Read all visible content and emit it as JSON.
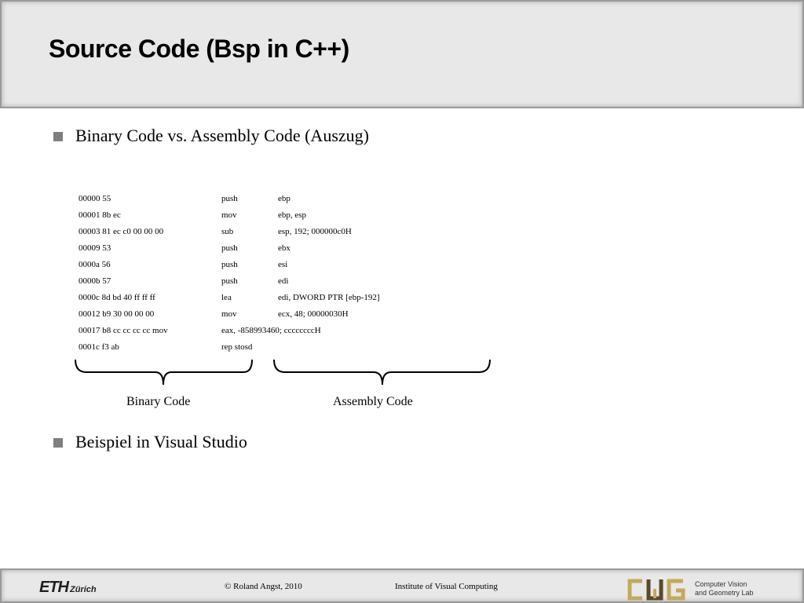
{
  "slide": {
    "title": "Source Code (Bsp in C++)"
  },
  "bullets": [
    "Binary Code vs. Assembly Code (Auszug)",
    "Beispiel in Visual Studio"
  ],
  "code_rows": [
    {
      "binary": "00000 55",
      "mnemonic": "push",
      "operands": "ebp"
    },
    {
      "binary": "00001 8b ec",
      "mnemonic": "mov",
      "operands": "ebp, esp"
    },
    {
      "binary": "00003 81 ec c0 00 00 00",
      "mnemonic": "sub",
      "operands": "esp, 192; 000000c0H"
    },
    {
      "binary": "00009 53",
      "mnemonic": "push",
      "operands": "ebx"
    },
    {
      "binary": "0000a 56",
      "mnemonic": "push",
      "operands": "esi"
    },
    {
      "binary": "0000b 57",
      "mnemonic": "push",
      "operands": "edi"
    },
    {
      "binary": "0000c 8d bd 40 ff ff ff",
      "mnemonic": "lea",
      "operands": "edi, DWORD PTR [ebp-192]"
    },
    {
      "binary": "00012 b9 30 00 00 00",
      "mnemonic": "mov",
      "operands": "ecx, 48; 00000030H"
    },
    {
      "binary": "00017 b8 cc cc cc cc    mov",
      "mnemonic": "eax, -858993460; ccccccccH",
      "operands": ""
    },
    {
      "binary": "0001c f3 ab",
      "mnemonic": "rep stosd",
      "operands": ""
    }
  ],
  "brace_labels": {
    "binary": "Binary Code",
    "assembly": "Assembly Code"
  },
  "footer": {
    "copyright": "© Roland Angst, 2010",
    "institute": "Institute of Visual Computing",
    "eth_logo_main": "ETH",
    "eth_logo_sub": "Zürich",
    "cvg_logo_line1": "Computer Vision",
    "cvg_logo_line2": "and Geometry Lab"
  },
  "colors": {
    "header_bg": "#e8e8e8",
    "bullet": "#7f7f7f",
    "cvg_gold": "#c4a95c",
    "cvg_dark": "#5a4a2a"
  }
}
